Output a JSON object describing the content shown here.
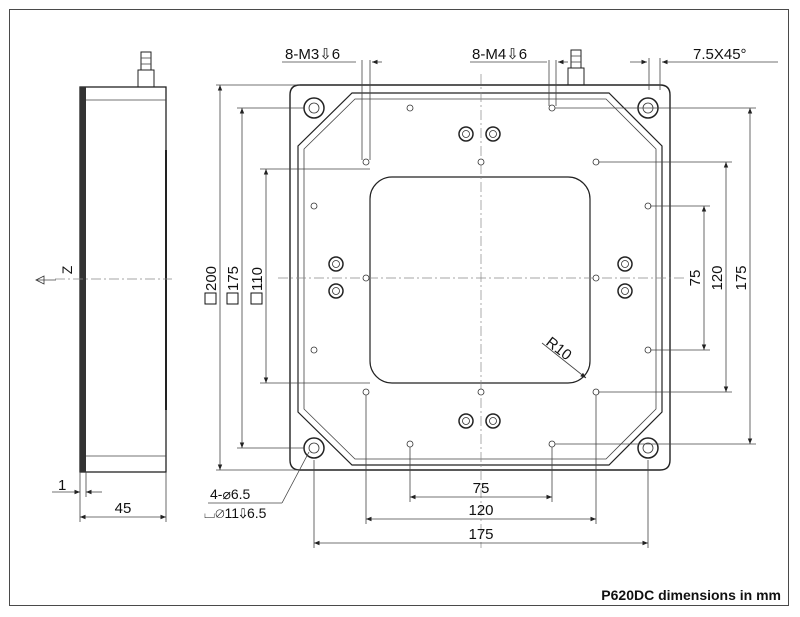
{
  "caption": "P620DC dimensions in mm",
  "side_view": {
    "axis_label": "Z",
    "dim_depth": "45",
    "dim_offset": "1"
  },
  "callouts": {
    "thread_m3": "8-M3",
    "thread_m3_depth": "6",
    "thread_m4": "8-M4",
    "thread_m4_depth": "6",
    "chamfer": "7.5X45°",
    "radius": "R10",
    "hole_count_dia": "4-⌀6.5",
    "hole_cbore": "⌀11",
    "hole_cbore_depth": "6.5"
  },
  "dims_left": [
    "200",
    "175",
    "110"
  ],
  "dims_right": [
    "75",
    "120",
    "175"
  ],
  "dims_bottom": [
    "75",
    "120",
    "175"
  ]
}
